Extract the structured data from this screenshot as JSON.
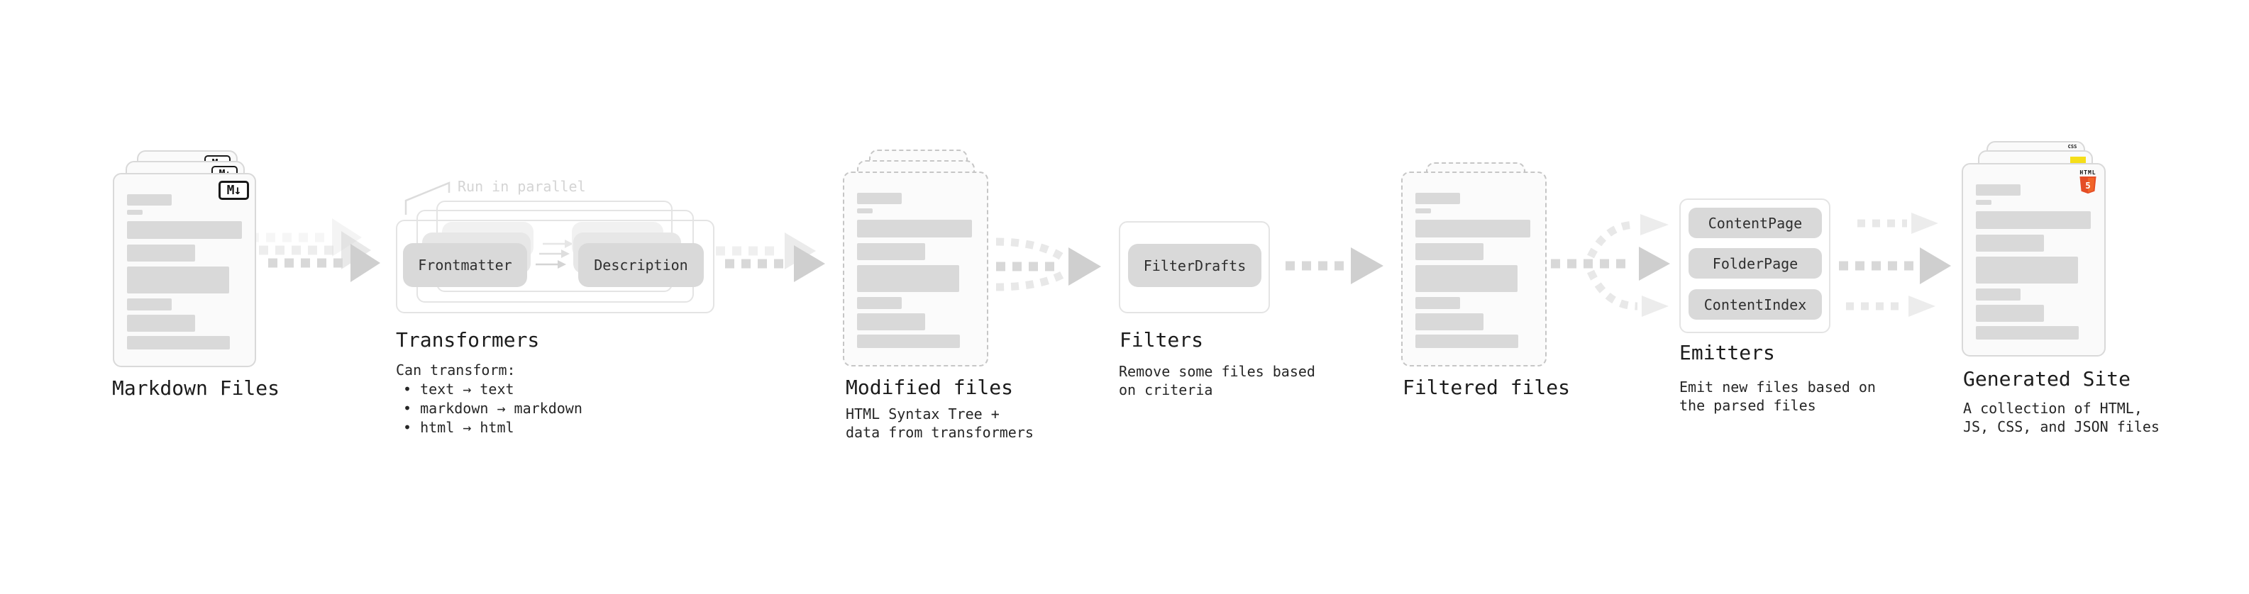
{
  "pipeline": {
    "markdown_files": {
      "label": "Markdown Files",
      "file_icon": "M↓"
    },
    "transformers": {
      "label": "Transformers",
      "note": "Run in parallel",
      "input_pill": "Frontmatter",
      "output_pill": "Description",
      "desc_title": "Can transform:",
      "bullets": [
        "• text → text",
        "• markdown → markdown",
        "• html → html"
      ]
    },
    "modified_files": {
      "label": "Modified files",
      "desc": "HTML Syntax Tree +\ndata from transformers"
    },
    "filters": {
      "label": "Filters",
      "pill": "FilterDrafts",
      "desc": "Remove some files based\non criteria"
    },
    "filtered_files": {
      "label": "Filtered files"
    },
    "emitters": {
      "label": "Emitters",
      "pills": [
        "ContentPage",
        "FolderPage",
        "ContentIndex"
      ],
      "desc": "Emit new files based on\nthe parsed files"
    },
    "generated_site": {
      "label": "Generated Site",
      "desc": "A collection of HTML,\nJS, CSS, and JSON files",
      "html5_icon_word": "HTML",
      "html5_icon_number": "5",
      "css_icon_word": "CSS"
    }
  },
  "colors": {
    "arrow_gray": "#d8d8d8",
    "arrowhead_gray": "#cfcfcf",
    "placeholder_bar": "#d9d9d9",
    "pill_fill": "#d9d9d9",
    "html5_orange": "#e44d26",
    "html5_orange_light": "#f16529",
    "js_yellow": "#f5de19",
    "css_blue": "#2d53e5"
  }
}
